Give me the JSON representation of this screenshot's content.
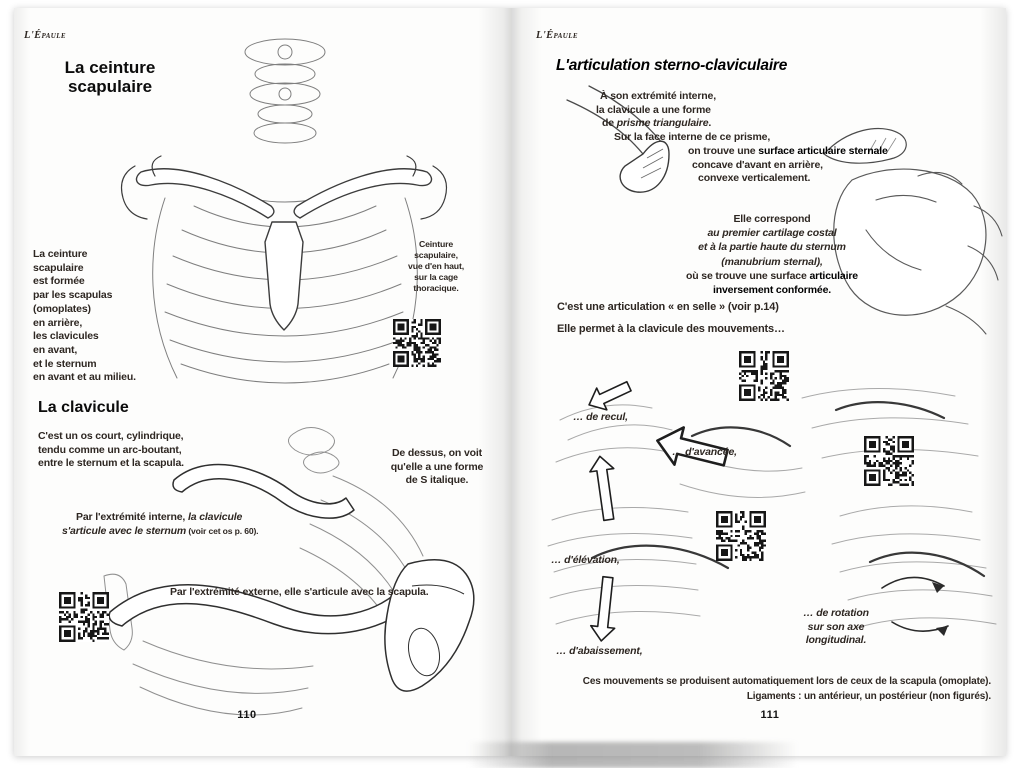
{
  "icons": {
    "qr_code": "qr-code"
  },
  "colors": {
    "ink": "#2e2722",
    "strong": "#000000",
    "paper": "#fdfdfc"
  },
  "left_page": {
    "header": "L'Épaule",
    "page_number": "110",
    "ceinture": {
      "title_lines": [
        "La ceinture",
        "scapulaire"
      ],
      "body_lines": [
        "La ceinture",
        "scapulaire",
        "est formée",
        "par les scapulas",
        "(omoplates)",
        "en arrière,",
        "les clavicules",
        "en avant,",
        "et le sternum",
        "en avant et au milieu."
      ],
      "caption_lines": [
        "Ceinture",
        "scapulaire,",
        "vue d'en haut,",
        "sur la cage",
        "thoracique."
      ]
    },
    "clavicule": {
      "title": "La clavicule",
      "intro_lines": [
        "C'est un os court, cylindrique,",
        "tendu comme un arc-boutant,",
        "entre le sternum et la scapula."
      ],
      "top_view_lines": [
        "De dessus, on voit",
        "qu'elle a une forme",
        "de S italique."
      ],
      "interne_line1_plain": "Par l'extrémité interne, ",
      "interne_line1_italic": "la clavicule",
      "interne_line2_italic": "s'articule avec le sternum",
      "interne_line2_ref": " (voir cet os p. 60).",
      "externe_line": "Par l'extrémité externe, elle s'articule avec la scapula."
    }
  },
  "right_page": {
    "header": "L'Épaule",
    "page_number": "111",
    "title": "L'articulation sterno-claviculaire",
    "para1": {
      "l1": "À son extrémité interne,",
      "l2": "la clavicule a une forme",
      "l3a": "de ",
      "l3b": "prisme triangulaire",
      "l3c": ".",
      "l4": "Sur la face interne de ce prisme,",
      "l5a": "on trouve une ",
      "l5b": "surface articulaire sternale",
      "l6": "concave d'avant en arrière,",
      "l7": "convexe verticalement."
    },
    "para2": {
      "l1": "Elle correspond",
      "l2": "au premier cartilage costal",
      "l3": "et à la partie haute du sternum",
      "l4": "(manubrium sternal),",
      "l5a": "où se trouve une surface ",
      "l5b": "articulaire",
      "l6": "inversement conformée."
    },
    "selle_line": "C'est une articulation « en selle » (voir p.14)",
    "permet_line": "Elle permet à la clavicule des mouvements…",
    "movements": {
      "recul": "… de recul,",
      "avancee": "… d'avancée,",
      "elevation": "… d'élévation,",
      "abaissement": "… d'abaissement,",
      "rotation_lines": [
        "… de rotation",
        "sur son axe",
        "longitudinal."
      ]
    },
    "footer_lines": [
      "Ces mouvements se produisent automatiquement lors de ceux de la scapula (omoplate).",
      "Ligaments : un antérieur, un postérieur (non figurés)."
    ]
  }
}
